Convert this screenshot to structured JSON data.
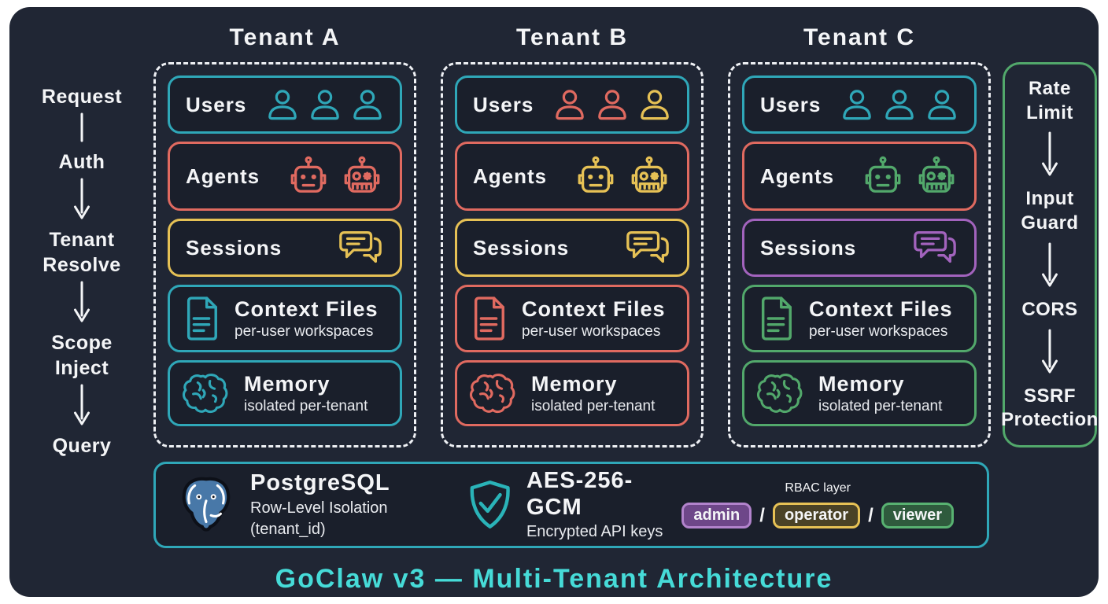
{
  "colors": {
    "teal": "#2fa7b8",
    "red": "#e06a60",
    "yellow": "#e6c155",
    "purple": "#a263bd",
    "green": "#52a86b",
    "white": "#f4f5f7",
    "cyan_title": "#46dbd8",
    "panel_bg": "#202634",
    "box_bg": "#1a1f2b",
    "postgres_blue": "#4878a8"
  },
  "left_flow": {
    "steps": [
      {
        "lines": [
          "Request"
        ],
        "connector_after": "line"
      },
      {
        "lines": [
          "Auth"
        ],
        "connector_after": "arrow"
      },
      {
        "lines": [
          "Tenant",
          "Resolve"
        ],
        "connector_after": "arrow"
      },
      {
        "lines": [
          "Scope",
          "Inject"
        ],
        "connector_after": "arrow"
      },
      {
        "lines": [
          "Query"
        ],
        "connector_after": "none"
      }
    ]
  },
  "tenants": [
    {
      "name": "Tenant A",
      "rows": [
        {
          "type": "users",
          "label": "Users",
          "border": "teal",
          "icons": [
            "teal",
            "teal",
            "teal"
          ]
        },
        {
          "type": "agents",
          "label": "Agents",
          "border": "red",
          "icons": [
            "red",
            "red"
          ]
        },
        {
          "type": "sessions",
          "label": "Sessions",
          "border": "yellow",
          "icons": [
            "yellow"
          ]
        },
        {
          "type": "files",
          "label": "Context Files",
          "sublabel": "per-user workspaces",
          "border": "teal",
          "icons": [
            "teal"
          ]
        },
        {
          "type": "memory",
          "label": "Memory",
          "sublabel": "isolated per-tenant",
          "border": "teal",
          "icons": [
            "teal"
          ]
        }
      ]
    },
    {
      "name": "Tenant B",
      "rows": [
        {
          "type": "users",
          "label": "Users",
          "border": "teal",
          "icons": [
            "red",
            "red",
            "yellow"
          ]
        },
        {
          "type": "agents",
          "label": "Agents",
          "border": "red",
          "icons": [
            "yellow",
            "yellow"
          ]
        },
        {
          "type": "sessions",
          "label": "Sessions",
          "border": "yellow",
          "icons": [
            "yellow"
          ]
        },
        {
          "type": "files",
          "label": "Context Files",
          "sublabel": "per-user workspaces",
          "border": "red",
          "icons": [
            "red"
          ]
        },
        {
          "type": "memory",
          "label": "Memory",
          "sublabel": "isolated per-tenant",
          "border": "red",
          "icons": [
            "red"
          ]
        }
      ]
    },
    {
      "name": "Tenant C",
      "rows": [
        {
          "type": "users",
          "label": "Users",
          "border": "teal",
          "icons": [
            "teal",
            "teal",
            "teal"
          ]
        },
        {
          "type": "agents",
          "label": "Agents",
          "border": "red",
          "icons": [
            "green",
            "green"
          ]
        },
        {
          "type": "sessions",
          "label": "Sessions",
          "border": "purple",
          "icons": [
            "purple"
          ]
        },
        {
          "type": "files",
          "label": "Context Files",
          "sublabel": "per-user workspaces",
          "border": "green",
          "icons": [
            "green"
          ]
        },
        {
          "type": "memory",
          "label": "Memory",
          "sublabel": "isolated per-tenant",
          "border": "green",
          "icons": [
            "green"
          ]
        }
      ]
    }
  ],
  "right_flow": {
    "steps": [
      {
        "lines": [
          "Rate",
          "Limit"
        ]
      },
      {
        "lines": [
          "Input",
          "Guard"
        ]
      },
      {
        "lines": [
          "CORS"
        ]
      },
      {
        "lines": [
          "SSRF",
          "Protection"
        ]
      }
    ]
  },
  "bottom_bar": {
    "postgres": {
      "title": "PostgreSQL",
      "line1": "Row-Level Isolation",
      "line2": "(tenant_id)"
    },
    "encryption": {
      "title": "AES-256-GCM",
      "subtitle": "Encrypted API keys"
    },
    "rbac": {
      "title": "RBAC layer",
      "separator": "/",
      "badges": [
        {
          "label": "admin",
          "border": "#b283cc",
          "bg": "#6e4789"
        },
        {
          "label": "operator",
          "border": "#e6c155",
          "bg": "#4a4226"
        },
        {
          "label": "viewer",
          "border": "#58b271",
          "bg": "#2f5b3d"
        }
      ]
    }
  },
  "footer": {
    "title": "GoClaw v3 — Multi-Tenant Architecture"
  }
}
